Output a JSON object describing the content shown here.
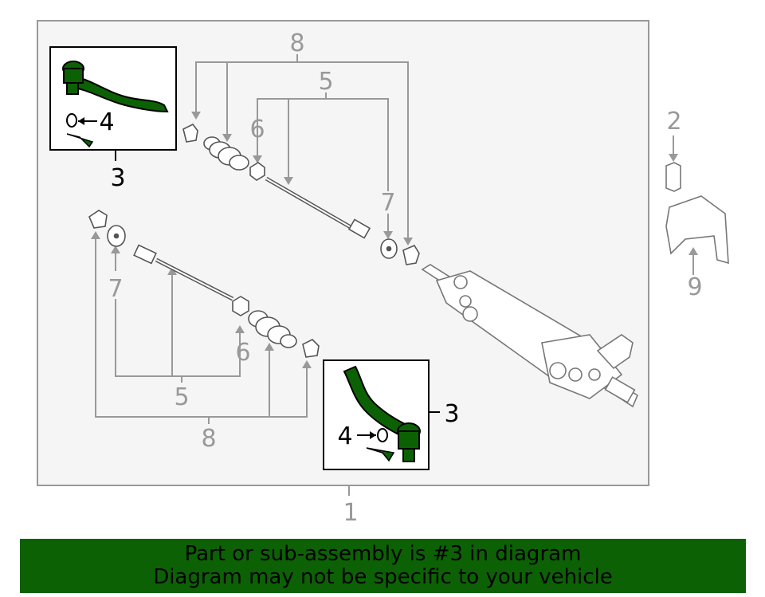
{
  "diagram": {
    "callouts": {
      "main_assembly": "1",
      "part_right_top": "2",
      "tie_rod_end_top": "3",
      "tie_rod_end_bottom": "3",
      "nut_top": "4",
      "nut_bottom": "4",
      "inner_rod_top": "5",
      "inner_rod_bottom": "5",
      "jam_nut_top": "6",
      "jam_nut_bottom": "6",
      "washer_top": "7",
      "washer_bottom": "7",
      "boot_kit_top": "8",
      "boot_kit_bottom": "8",
      "heat_shield": "9"
    }
  },
  "banner": {
    "line1": "Part or sub-assembly is #3 in diagram",
    "line2": "Diagram may not be specific to your vehicle",
    "color": "#0c6104"
  },
  "colors": {
    "panel_fill": "#f5f5f5",
    "panel_border": "#999999",
    "highlight_part": "#0c6104",
    "outline": "#555555"
  }
}
